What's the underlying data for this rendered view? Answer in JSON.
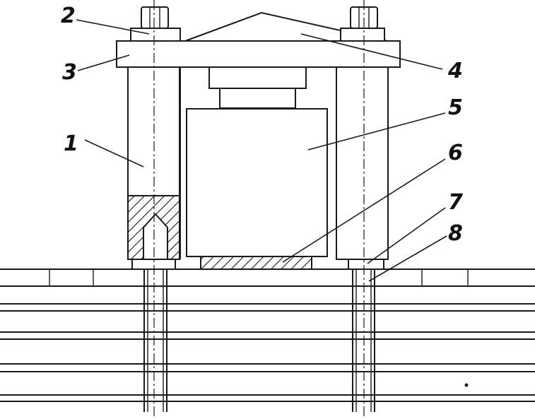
{
  "labels": {
    "l1": "1",
    "l2": "2",
    "l3": "3",
    "l4": "4",
    "l5": "5",
    "l6": "6",
    "l7": "7",
    "l8": "8"
  },
  "colors": {
    "ink": "#1a1a1a",
    "paper": "#ffffff"
  }
}
